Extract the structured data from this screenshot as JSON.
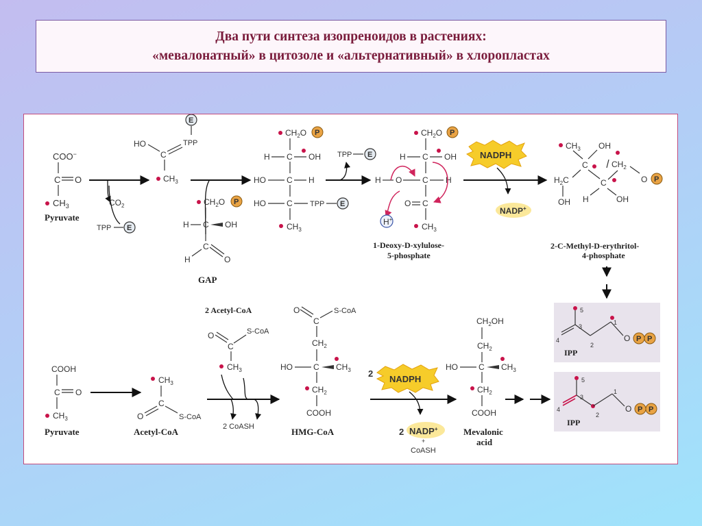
{
  "title": {
    "line1": "Два пути синтеза изопреноидов в растениях:",
    "line2": "«мевалонатный» в цитозоле и «альтернативный» в хлоропластах"
  },
  "labels": {
    "pyruvate_top": "Pyruvate",
    "gap": "GAP",
    "dxp1": "1-Deoxy-D-xylulose-",
    "dxp2": "5-phosphate",
    "mep1": "2-C-Methyl-D-erythritol-",
    "mep2": "4-phosphate",
    "ipp_top": "IPP",
    "pyruvate_bottom": "Pyruvate",
    "acetylcoa": "Acetyl-CoA",
    "two_acetylcoa": "2 Acetyl-CoA",
    "hmgcoa": "HMG-CoA",
    "mevalonic1": "Mevalonic",
    "mevalonic2": "acid",
    "ipp_bottom": "IPP"
  },
  "cofactors": {
    "nadph": "NADPH",
    "nadp": "NADP",
    "plus": "+",
    "two": "2",
    "coash": "CoASH",
    "co2": "CO",
    "two_coash": "2 CoASH",
    "h": "H",
    "tpp": "TPP",
    "enzyme": "E",
    "phosphate": "P"
  },
  "chem": {
    "coo": "COO",
    "cooh": "COOH",
    "c": "C",
    "o": "O",
    "ch3": "CH",
    "ch2o": "CH",
    "ch2": "CH",
    "h": "H",
    "ho": "HO",
    "oh": "OH",
    "scoa": "S-CoA",
    "h2c": "H",
    "ch2oh": "CH",
    "num1": "1",
    "num2": "2",
    "num3": "3",
    "num4": "4",
    "num5": "5"
  },
  "colors": {
    "title_text": "#7a1c3c",
    "panel_border": "#c24b7c",
    "red_dot": "#c8134a",
    "phosphate": "#e9a344",
    "nadph_burst": "#f6cc2a"
  }
}
